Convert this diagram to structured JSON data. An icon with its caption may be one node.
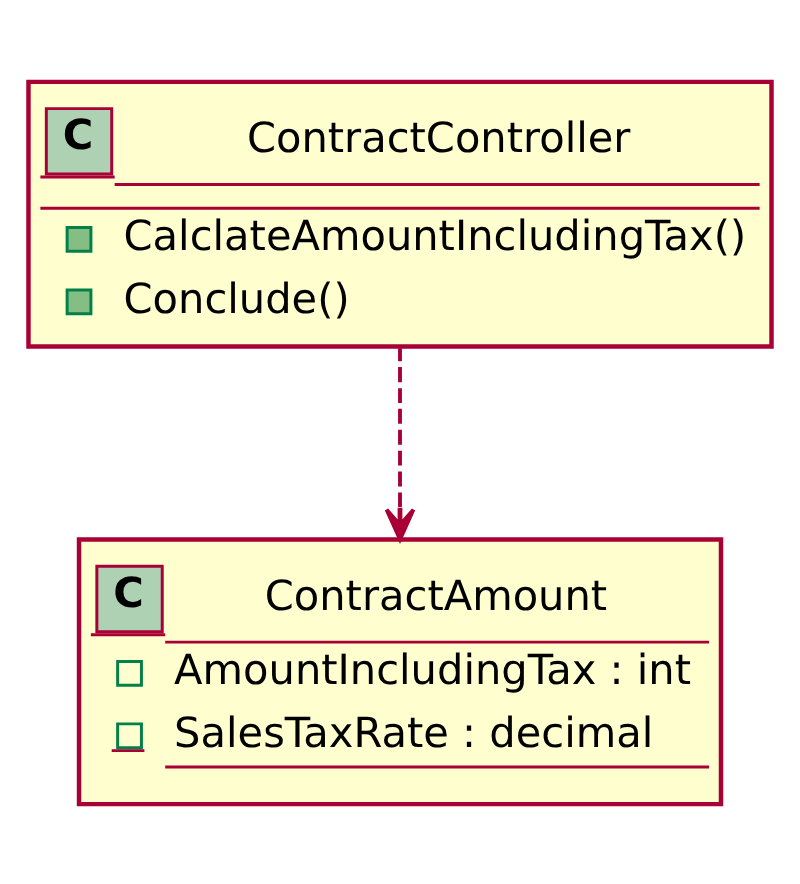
{
  "diagram": {
    "nodes": [
      {
        "text": [
          "C",
          "ContractController",
          "CalclateAmountIncludingTax()",
          "Conclude()"
        ]
      },
      {
        "text": [
          "C",
          "ContractAmount",
          "AmountIncludingTax : int",
          "SalesTaxRate : decimal"
        ]
      }
    ],
    "edges": [
      {
        "from": 0,
        "to": 1,
        "arrow": "to",
        "style": "dashed"
      }
    ]
  }
}
